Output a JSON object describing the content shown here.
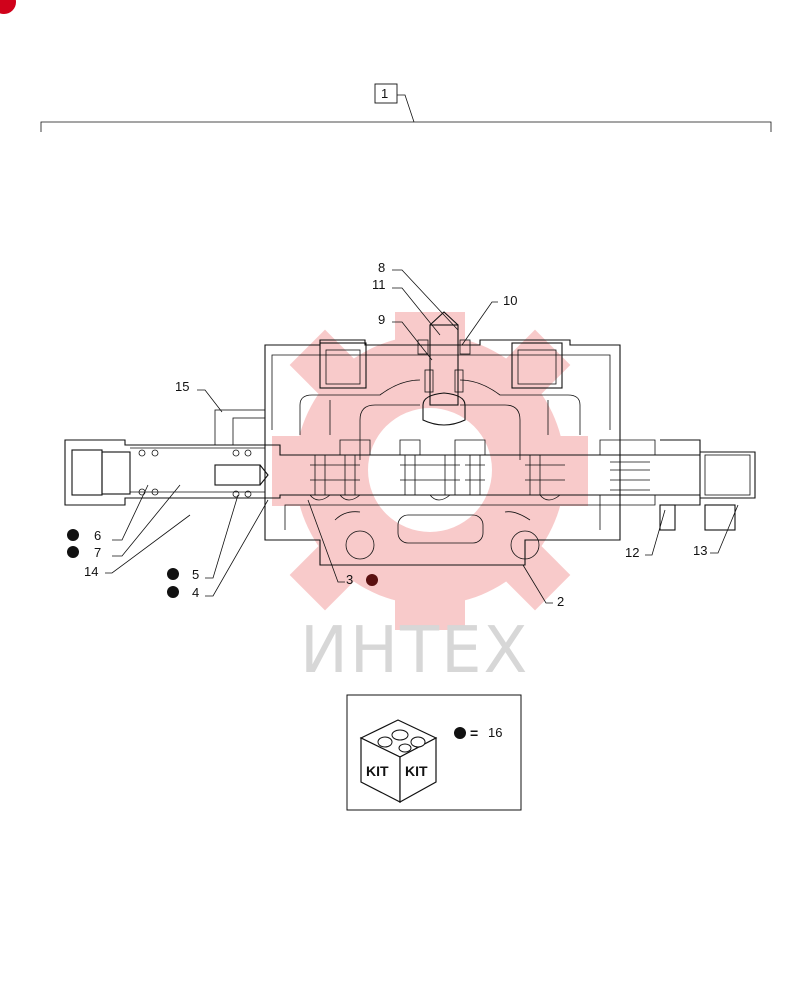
{
  "diagram": {
    "assembly_callout": "1",
    "callouts": [
      {
        "id": "c2",
        "text": "2"
      },
      {
        "id": "c3",
        "text": "3"
      },
      {
        "id": "c4",
        "text": "4"
      },
      {
        "id": "c5",
        "text": "5"
      },
      {
        "id": "c6",
        "text": "6"
      },
      {
        "id": "c7",
        "text": "7"
      },
      {
        "id": "c8",
        "text": "8"
      },
      {
        "id": "c9",
        "text": "9"
      },
      {
        "id": "c10",
        "text": "10"
      },
      {
        "id": "c11",
        "text": "11"
      },
      {
        "id": "c12",
        "text": "12"
      },
      {
        "id": "c13",
        "text": "13"
      },
      {
        "id": "c14",
        "text": "14"
      },
      {
        "id": "c15",
        "text": "15"
      }
    ]
  },
  "kit_legend": {
    "box_text_left": "KIT",
    "box_text_right": "KIT",
    "equals": "=",
    "kit_number": "16"
  },
  "watermark": {
    "text": "ИНТЕХ",
    "color": "#f2c6c6"
  },
  "colors": {
    "line": "#111111",
    "marker": "#111111",
    "corner_badge": "#d0021b"
  },
  "icons": [
    "kit-box-icon",
    "kit-marker-dot"
  ]
}
